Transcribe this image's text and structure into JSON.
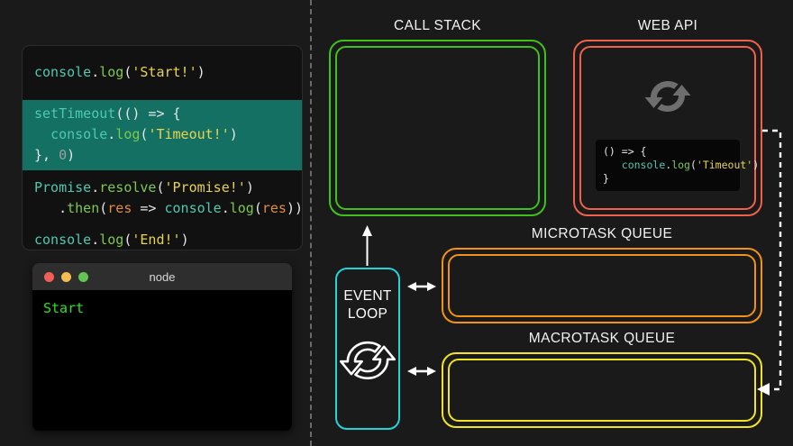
{
  "code_panel": {
    "name": "javascript-source",
    "lines": [
      {
        "id": "l1",
        "highlight": false,
        "tokens": [
          {
            "t": "console",
            "c": "obj"
          },
          {
            "t": ".",
            "c": "pun"
          },
          {
            "t": "log",
            "c": "fn"
          },
          {
            "t": "(",
            "c": "pun"
          },
          {
            "t": "'Start!'",
            "c": "str"
          },
          {
            "t": ")",
            "c": "pun"
          }
        ]
      },
      {
        "id": "l2",
        "highlight": true,
        "tokens": [
          {
            "t": "setTimeout",
            "c": "kw"
          },
          {
            "t": "((",
            "c": "pun"
          },
          {
            "t": ")",
            "c": "pun"
          },
          {
            "t": " => {",
            "c": "pun"
          }
        ]
      },
      {
        "id": "l3",
        "highlight": true,
        "tokens": [
          {
            "t": "  ",
            "c": "pun"
          },
          {
            "t": "console",
            "c": "obj"
          },
          {
            "t": ".",
            "c": "pun"
          },
          {
            "t": "log",
            "c": "fn"
          },
          {
            "t": "(",
            "c": "pun"
          },
          {
            "t": "'Timeout!'",
            "c": "str"
          },
          {
            "t": ")",
            "c": "pun"
          }
        ]
      },
      {
        "id": "l4",
        "highlight": true,
        "tokens": [
          {
            "t": "}, ",
            "c": "pun"
          },
          {
            "t": "0",
            "c": "num"
          },
          {
            "t": ")",
            "c": "pun"
          }
        ]
      },
      {
        "id": "l5",
        "highlight": false,
        "tokens": [
          {
            "t": "Promise",
            "c": "obj"
          },
          {
            "t": ".",
            "c": "pun"
          },
          {
            "t": "resolve",
            "c": "fn"
          },
          {
            "t": "(",
            "c": "pun"
          },
          {
            "t": "'Promise!'",
            "c": "str"
          },
          {
            "t": ")",
            "c": "pun"
          }
        ]
      },
      {
        "id": "l6",
        "highlight": false,
        "tokens": [
          {
            "t": "   .",
            "c": "pun"
          },
          {
            "t": "then",
            "c": "fn"
          },
          {
            "t": "(",
            "c": "pun"
          },
          {
            "t": "res",
            "c": "var"
          },
          {
            "t": " => ",
            "c": "pun"
          },
          {
            "t": "console",
            "c": "obj"
          },
          {
            "t": ".",
            "c": "pun"
          },
          {
            "t": "log",
            "c": "fn"
          },
          {
            "t": "(",
            "c": "pun"
          },
          {
            "t": "res",
            "c": "var"
          },
          {
            "t": "))",
            "c": "pun"
          }
        ]
      },
      {
        "id": "l7",
        "highlight": false,
        "tokens": [
          {
            "t": "console",
            "c": "obj"
          },
          {
            "t": ".",
            "c": "pun"
          },
          {
            "t": "log",
            "c": "fn"
          },
          {
            "t": "(",
            "c": "pun"
          },
          {
            "t": "'End!'",
            "c": "str"
          },
          {
            "t": ")",
            "c": "pun"
          }
        ]
      }
    ],
    "highlight_color": "#137063"
  },
  "terminal": {
    "title": "node",
    "traffic_lights": [
      "#ef5f56",
      "#f5bd4f",
      "#61c454"
    ],
    "output_lines": [
      "Start"
    ],
    "output_color": "#2ee02e"
  },
  "panels": {
    "call_stack": {
      "title": "CALL STACK",
      "color": "#3fc218",
      "items": []
    },
    "web_api": {
      "title": "WEB API",
      "color": "#f2604a",
      "icon": "refresh-loop-icon",
      "code_lines": [
        {
          "id": "w1",
          "tokens": [
            {
              "t": "() => {",
              "c": "pun"
            }
          ]
        },
        {
          "id": "w2",
          "tokens": [
            {
              "t": "   ",
              "c": "pun"
            },
            {
              "t": "console",
              "c": "obj"
            },
            {
              "t": ".",
              "c": "pun"
            },
            {
              "t": "log",
              "c": "fn"
            },
            {
              "t": "(",
              "c": "pun"
            },
            {
              "t": "'Timeout'",
              "c": "str"
            },
            {
              "t": ")",
              "c": "pun"
            }
          ]
        },
        {
          "id": "w3",
          "tokens": [
            {
              "t": "}",
              "c": "pun"
            }
          ]
        }
      ]
    },
    "microtask_queue": {
      "title": "MICROTASK QUEUE",
      "color": "#f29313",
      "items": []
    },
    "macrotask_queue": {
      "title": "MACROTASK QUEUE",
      "color": "#f2e422",
      "items": []
    },
    "event_loop": {
      "line1": "EVENT",
      "line2": "LOOP",
      "color": "#22d3d8",
      "icon": "circular-arrows-icon"
    }
  },
  "connectors": {
    "stack_to_loop": "up-arrow",
    "loop_to_microtask": "double-headed-arrow",
    "loop_to_macrotask": "double-headed-arrow",
    "webapi_to_macrotask": "dashed-arrow",
    "divider": "vertical-dashed-line"
  }
}
